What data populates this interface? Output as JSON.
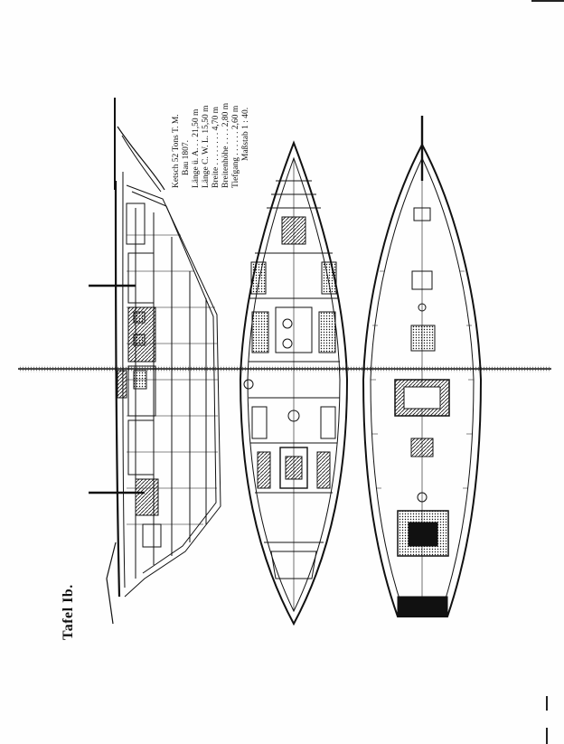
{
  "plate": {
    "label": "Tafel Ib."
  },
  "specs": {
    "title": "Ketsch 52 Tons T. M.",
    "built": "Bau 1807.",
    "rows": [
      "Länge ü. A. . . 21,50 m",
      "Länge C. W. L. 15,50 m",
      "Breite . . . . . . . . 4,70 m",
      "Breitenhöhe . . . . 2,80 m",
      "Tiefgang . . . . . . 2,60 m"
    ],
    "scale": "Maßstab 1 : 40."
  },
  "colors": {
    "ink": "#111111",
    "paper": "#fefefe"
  }
}
